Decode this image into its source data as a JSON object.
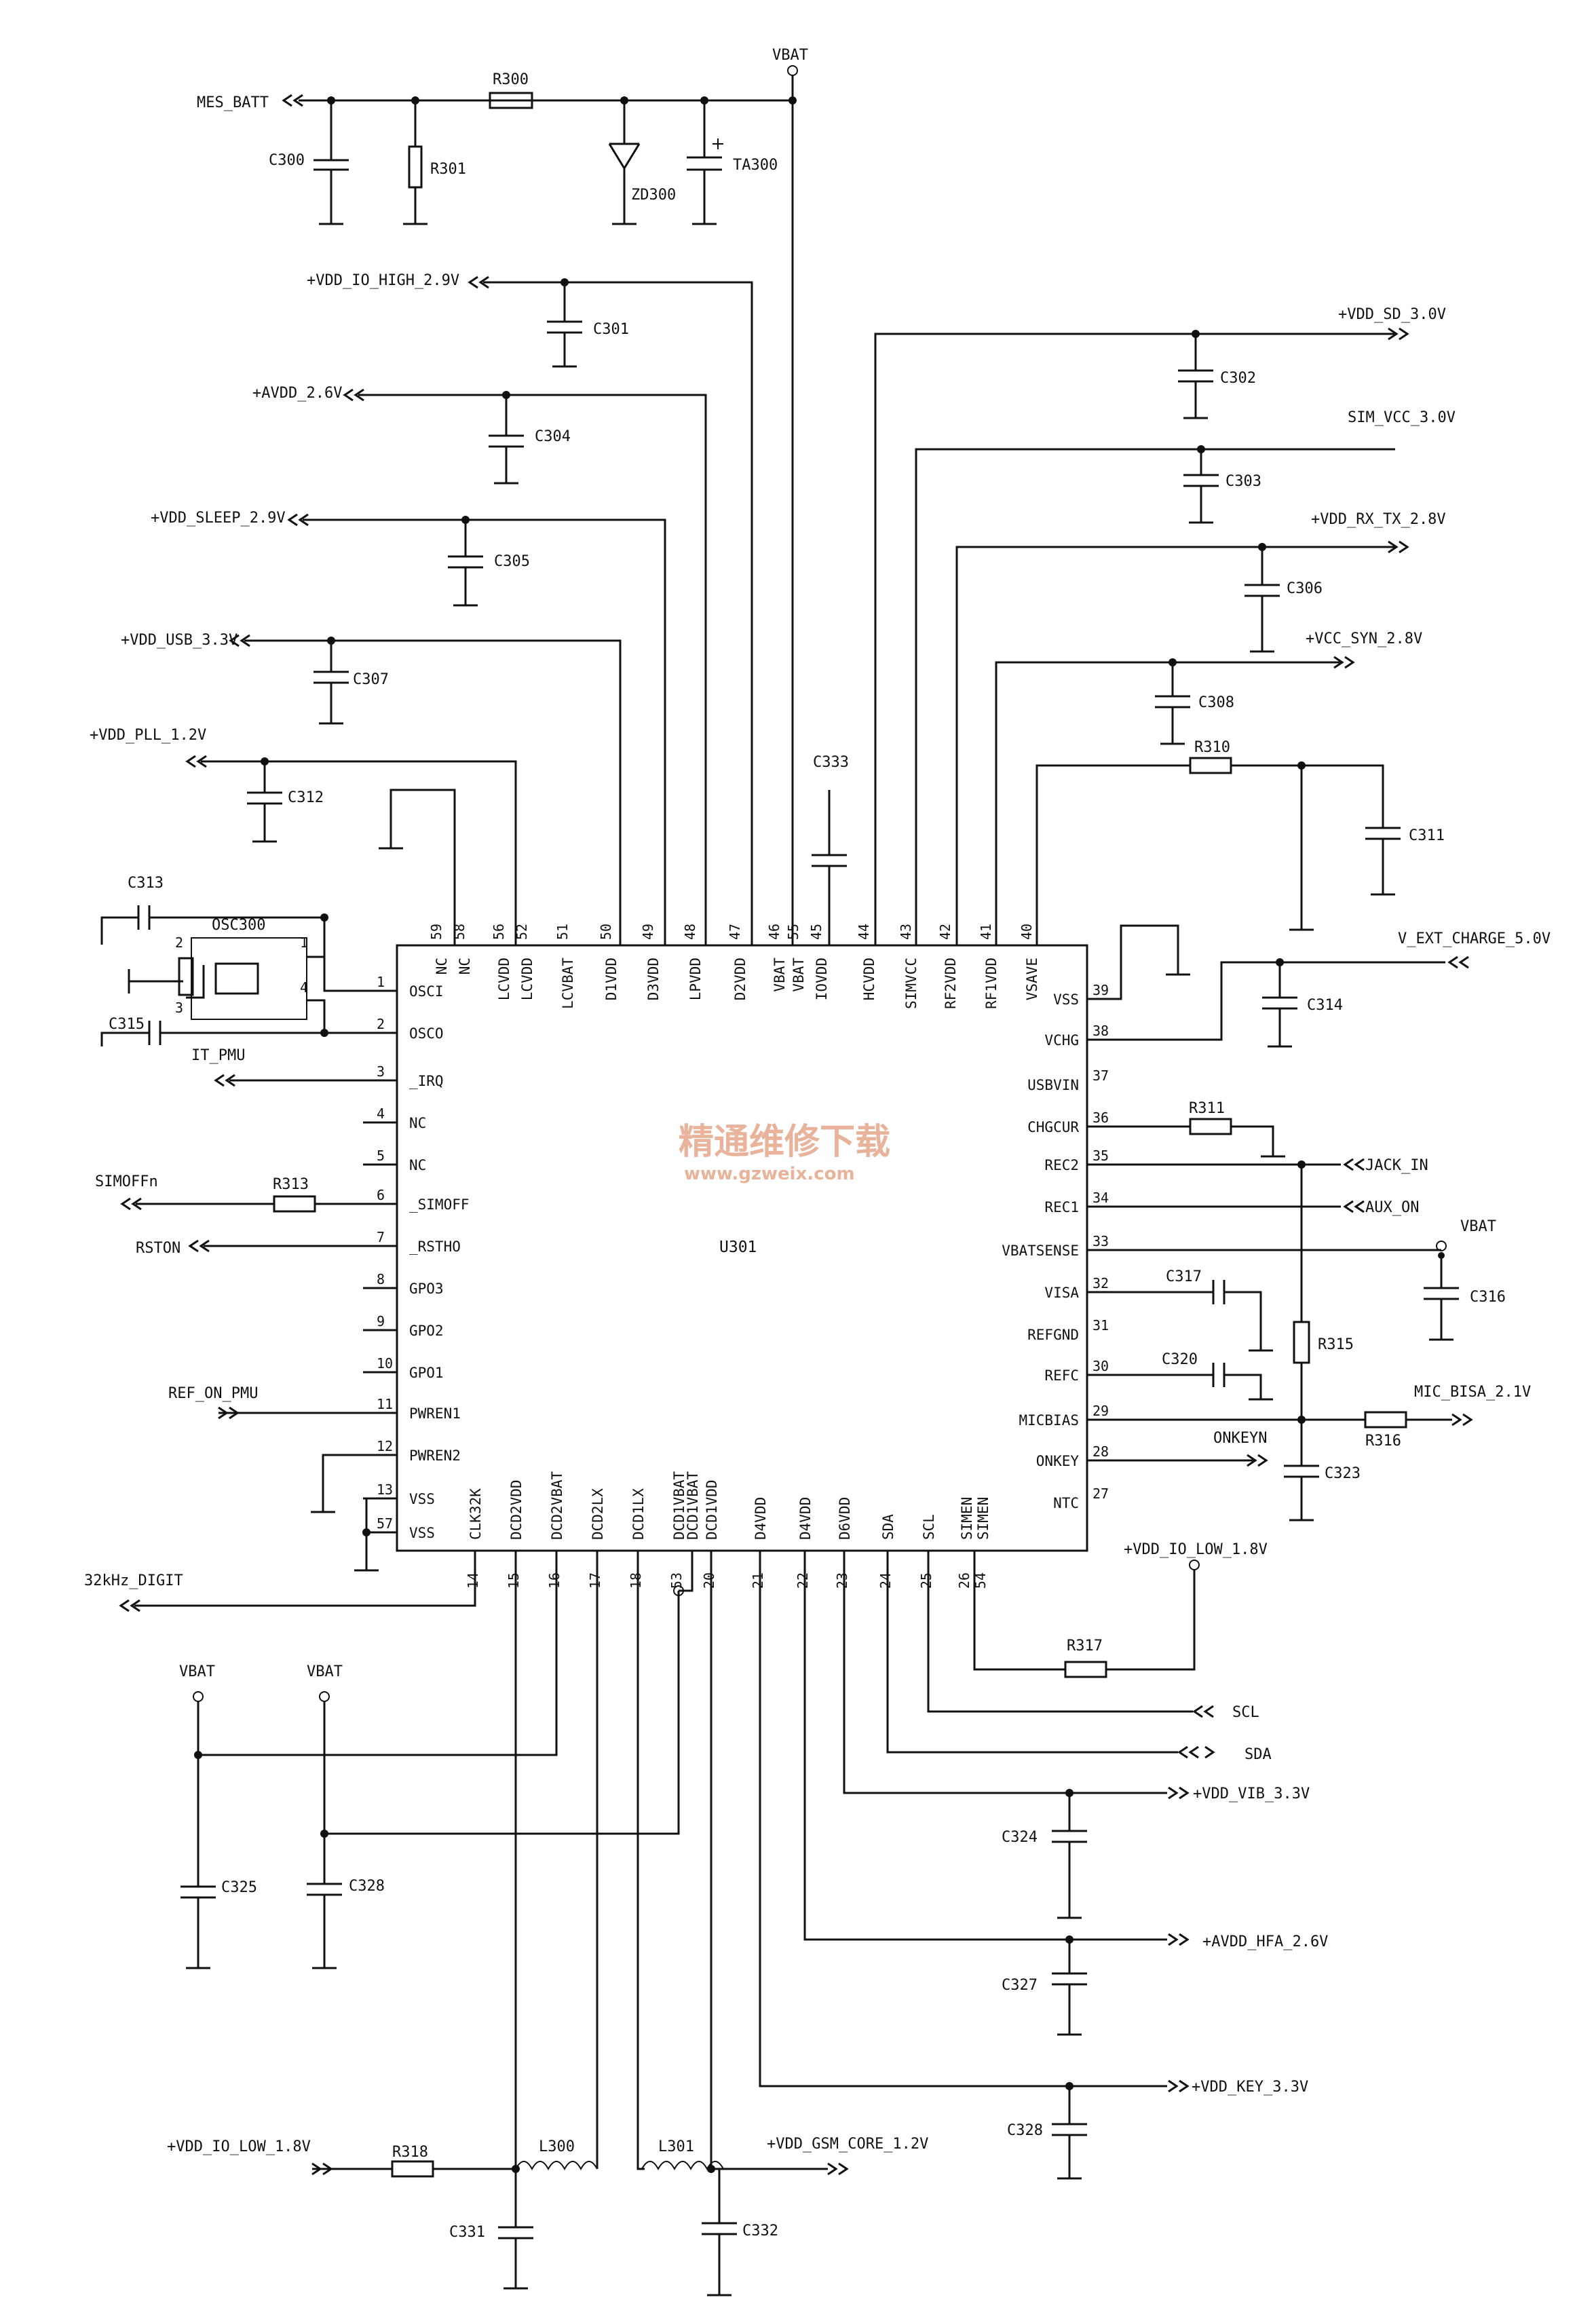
{
  "chip": {
    "ref": "U301"
  },
  "watermark": {
    "line1": "精通维修下载",
    "line2": "www.gzweix.com"
  },
  "net_labels": {
    "mes_batt": "MES_BATT",
    "vbat": "VBAT",
    "vdd_io_high": "+VDD_IO_HIGH_2.9V",
    "avdd": "+AVDD_2.6V",
    "vdd_sleep": "+VDD_SLEEP_2.9V",
    "vdd_usb": "+VDD_USB_3.3V",
    "vdd_pll": "+VDD_PLL_1.2V",
    "vdd_sd": "+VDD_SD_3.0V",
    "sim_vcc": "SIM_VCC_3.0V",
    "vdd_rx_tx": "+VDD_RX_TX_2.8V",
    "vcc_syn": "+VCC_SYN_2.8V",
    "v_ext_charge": "V_EXT_CHARGE_5.0V",
    "jack_in": "JACK_IN",
    "aux_on": "AUX_ON",
    "mic_bias": "MIC_BISA_2.1V",
    "onkeyn": "ONKEYN",
    "vdd_io_low": "+VDD_IO_LOW_1.8V",
    "scl": "SCL",
    "sda": "SDA",
    "vdd_vib": "+VDD_VIB_3.3V",
    "avdd_hfa": "+AVDD_HFA_2.6V",
    "vdd_key": "+VDD_KEY_3.3V",
    "vdd_gsm_core": "+VDD_GSM_CORE_1.2V",
    "it_pmu": "IT_PMU",
    "simoffn": "SIMOFFn",
    "rston": "RSTON",
    "ref_on_pmu": "REF_ON_PMU",
    "clk32k_digit": "32kHz_DIGIT"
  },
  "components": {
    "r300": "R300",
    "r301": "R301",
    "c300": "C300",
    "zd300": "ZD300",
    "ta300": "TA300",
    "c301": "C301",
    "c302": "C302",
    "c303": "C303",
    "c304": "C304",
    "c305": "C305",
    "c306": "C306",
    "c307": "C307",
    "c308": "C308",
    "c311": "C311",
    "c312": "C312",
    "c313": "C313",
    "c314": "C314",
    "c315": "C315",
    "c316": "C316",
    "c317": "C317",
    "c320": "C320",
    "c323": "C323",
    "c324": "C324",
    "c325": "C325",
    "c327": "C327",
    "c328a": "C328",
    "c328b": "C328",
    "c331": "C331",
    "c332": "C332",
    "c333": "C333",
    "r310": "R310",
    "r311": "R311",
    "r313": "R313",
    "r315": "R315",
    "r316": "R316",
    "r317": "R317",
    "r318": "R318",
    "l300": "L300",
    "l301": "L301",
    "osc300": "OSC300"
  },
  "pins_left": [
    {
      "num": "1",
      "name": "OSCI"
    },
    {
      "num": "2",
      "name": "OSCO"
    },
    {
      "num": "3",
      "name": "_IRQ"
    },
    {
      "num": "4",
      "name": "NC"
    },
    {
      "num": "5",
      "name": "NC"
    },
    {
      "num": "6",
      "name": "_SIMOFF"
    },
    {
      "num": "7",
      "name": "_RSTHO"
    },
    {
      "num": "8",
      "name": "GPO3"
    },
    {
      "num": "9",
      "name": "GPO2"
    },
    {
      "num": "10",
      "name": "GPO1"
    },
    {
      "num": "11",
      "name": "PWREN1"
    },
    {
      "num": "12",
      "name": "PWREN2"
    },
    {
      "num": "13",
      "name": "VSS"
    },
    {
      "num": "57",
      "name": "VSS"
    }
  ],
  "pins_right": [
    {
      "num": "39",
      "name": "VSS"
    },
    {
      "num": "38",
      "name": "VCHG"
    },
    {
      "num": "37",
      "name": "USBVIN"
    },
    {
      "num": "36",
      "name": "CHGCUR"
    },
    {
      "num": "35",
      "name": "REC2"
    },
    {
      "num": "34",
      "name": "REC1"
    },
    {
      "num": "33",
      "name": "VBATSENSE"
    },
    {
      "num": "32",
      "name": "VISA"
    },
    {
      "num": "31",
      "name": "REFGND"
    },
    {
      "num": "30",
      "name": "REFC"
    },
    {
      "num": "29",
      "name": "MICBIAS"
    },
    {
      "num": "28",
      "name": "ONKEY"
    },
    {
      "num": "27",
      "name": "NTC"
    }
  ],
  "pins_top": [
    {
      "num": "59",
      "name": "NC"
    },
    {
      "num": "58",
      "name": "NC"
    },
    {
      "num": "56",
      "name": "LCVDD"
    },
    {
      "num": "52",
      "name": "LCVDD"
    },
    {
      "num": "51",
      "name": "LCVBAT"
    },
    {
      "num": "50",
      "name": "D1VDD"
    },
    {
      "num": "49",
      "name": "D3VDD"
    },
    {
      "num": "48",
      "name": "LPVDD"
    },
    {
      "num": "47",
      "name": "D2VDD"
    },
    {
      "num": "46",
      "name": "VBAT"
    },
    {
      "num": "55",
      "name": "VBAT"
    },
    {
      "num": "45",
      "name": "IOVDD"
    },
    {
      "num": "44",
      "name": "HCVDD"
    },
    {
      "num": "43",
      "name": "SIMVCC"
    },
    {
      "num": "42",
      "name": "RF2VDD"
    },
    {
      "num": "41",
      "name": "RF1VDD"
    },
    {
      "num": "40",
      "name": "VSAVE"
    }
  ],
  "pins_bottom": [
    {
      "num": "14",
      "name": "CLK32K"
    },
    {
      "num": "15",
      "name": "DCD2VDD"
    },
    {
      "num": "16",
      "name": "DCD2VBAT"
    },
    {
      "num": "17",
      "name": "DCD2LX"
    },
    {
      "num": "18",
      "name": "DCD1LX"
    },
    {
      "num": "53",
      "name": "DCD1VBAT"
    },
    {
      "num": "",
      "name": "DCD1VBAT"
    },
    {
      "num": "20",
      "name": "DCD1VDD"
    },
    {
      "num": "21",
      "name": "D4VDD"
    },
    {
      "num": "22",
      "name": "D4VDD"
    },
    {
      "num": "23",
      "name": "D6VDD"
    },
    {
      "num": "24",
      "name": "SDA"
    },
    {
      "num": "25",
      "name": "SCL"
    },
    {
      "num": "26",
      "name": "SIMEN"
    },
    {
      "num": "54",
      "name": "SIMEN"
    }
  ]
}
